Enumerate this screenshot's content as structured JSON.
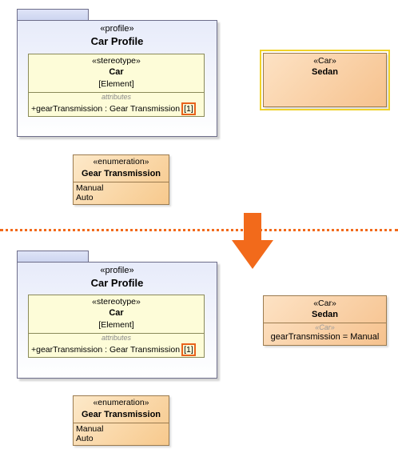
{
  "colors": {
    "accent": "#f26a1b",
    "selection": "#f0d22a"
  },
  "before": {
    "profile": {
      "stereotype": "«profile»",
      "title": "Car Profile",
      "stereotype_class": {
        "keyword": "«stereotype»",
        "name": "Car",
        "metaclass": "[Element]",
        "compartment_label": "attributes",
        "attribute": "+gearTransmission : Gear Transmission",
        "multiplicity": "[1]"
      }
    },
    "enumeration": {
      "keyword": "«enumeration»",
      "name": "Gear Transmission",
      "literals": [
        "Manual",
        "Auto"
      ]
    },
    "instance": {
      "stereotype": "«Car»",
      "name": "Sedan"
    }
  },
  "after": {
    "profile": {
      "stereotype": "«profile»",
      "title": "Car Profile",
      "stereotype_class": {
        "keyword": "«stereotype»",
        "name": "Car",
        "metaclass": "[Element]",
        "compartment_label": "attributes",
        "attribute": "+gearTransmission : Gear Transmission",
        "multiplicity": "[1]"
      }
    },
    "enumeration": {
      "keyword": "«enumeration»",
      "name": "Gear Transmission",
      "literals": [
        "Manual",
        "Auto"
      ]
    },
    "instance": {
      "stereotype": "«Car»",
      "name": "Sedan",
      "compartment_label": "«Car»",
      "tagged_value": "gearTransmission = Manual"
    }
  },
  "arrow_icon": "arrow-down-icon"
}
